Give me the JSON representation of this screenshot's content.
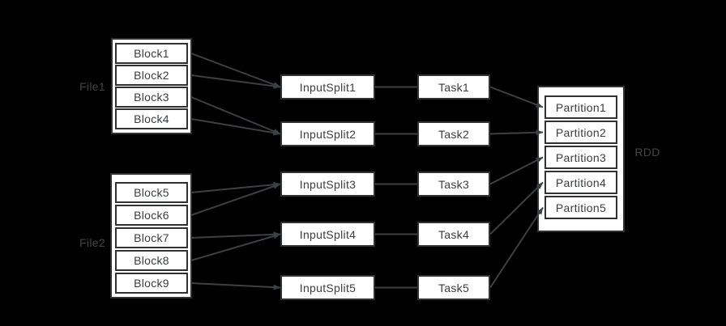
{
  "diagram": {
    "background": "#000000",
    "colors": {
      "box_fill": "#ffffff",
      "box_border": "#2f3133",
      "box_text": "#3b3d3f",
      "connector_line": "#3d4043",
      "outer_label_text": "#454545"
    },
    "file1": {
      "label": "File1",
      "blocks": [
        "Block1",
        "Block2",
        "Block3",
        "Block4"
      ]
    },
    "file2": {
      "label": "File2",
      "blocks": [
        "Block5",
        "Block6",
        "Block7",
        "Block8",
        "Block9"
      ]
    },
    "inputsplits": [
      "InputSplit1",
      "InputSplit2",
      "InputSplit3",
      "InputSplit4",
      "InputSplit5"
    ],
    "tasks": [
      "Task1",
      "Task2",
      "Task3",
      "Task4",
      "Task5"
    ],
    "rdd": {
      "label": "RDD",
      "partitions": [
        "Partition1",
        "Partition2",
        "Partition3",
        "Partition4",
        "Partition5"
      ]
    },
    "edges": [
      {
        "from": "Block1",
        "to": "InputSplit1"
      },
      {
        "from": "Block2",
        "to": "InputSplit1"
      },
      {
        "from": "Block3",
        "to": "InputSplit2"
      },
      {
        "from": "Block4",
        "to": "InputSplit2"
      },
      {
        "from": "Block5",
        "to": "InputSplit3"
      },
      {
        "from": "Block6",
        "to": "InputSplit3"
      },
      {
        "from": "Block7",
        "to": "InputSplit4"
      },
      {
        "from": "Block8",
        "to": "InputSplit4"
      },
      {
        "from": "Block9",
        "to": "InputSplit5"
      },
      {
        "from": "InputSplit1",
        "to": "Task1"
      },
      {
        "from": "InputSplit2",
        "to": "Task2"
      },
      {
        "from": "InputSplit3",
        "to": "Task3"
      },
      {
        "from": "InputSplit4",
        "to": "Task4"
      },
      {
        "from": "InputSplit5",
        "to": "Task5"
      },
      {
        "from": "Task1",
        "to": "Partition1"
      },
      {
        "from": "Task2",
        "to": "Partition2"
      },
      {
        "from": "Task3",
        "to": "Partition3"
      },
      {
        "from": "Task4",
        "to": "Partition4"
      },
      {
        "from": "Task5",
        "to": "Partition5"
      }
    ]
  }
}
